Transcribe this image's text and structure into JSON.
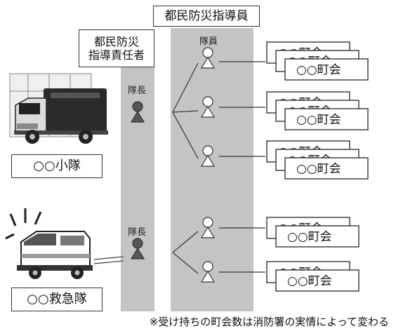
{
  "header_top": "都民防災指導員",
  "header_left": "都民防災\n指導責任者",
  "member_label": "隊員",
  "leader_label_1": "隊長",
  "leader_label_2": "隊長",
  "unit_small": "○○小隊",
  "unit_ambulance": "○○救急隊",
  "town_label": "○○町会",
  "footnote": "※受け持ちの町会数は消防署の実情によって変わる",
  "colors": {
    "column_fill": "#c4c4c4",
    "person_dark": "#555555",
    "stroke": "#333333"
  }
}
